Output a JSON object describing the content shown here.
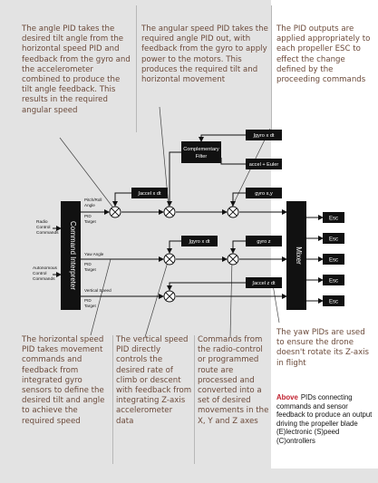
{
  "captions": {
    "angle_pid": "The angle PID takes the desired tilt angle from the horizontal speed PID and feedback from the gyro and the accelerometer combined to produce the tilt angle feedback. This results in the required angular speed",
    "angular_speed_pid": "The angular speed PID takes the required angle PID out, with feedback from the gyro to apply power to the motors. This produces the required tilt and horizontal movement",
    "pid_outputs": "The PID outputs are applied appropriately to each propeller ESC to effect the change defined by the proceeding commands",
    "horizontal_speed_pid": "The horizontal speed PID takes movement commands and feedback from integrated gyro sensors to define the desired tilt and angle to achieve the required speed",
    "vertical_speed_pid": "The vertical speed PID directly controls the desired rate of climb or descent with feedback from integrating Z-axis accelerometer data",
    "commands": "Commands from the radio-control or programmed route are processed and converted into a set of desired movements in the X, Y and Z axes",
    "yaw_pids": "The yaw PIDs are used to ensure the drone doesn't rotate its Z-axis in flight"
  },
  "figure_caption": {
    "lead": "Above",
    "text": "PIDs connecting commands and sensor feedback to produce an output driving the propeller blade (E)lectronic (S)peed (C)ontrollers"
  },
  "diagram": {
    "command_interpreter": "Command Interpreter",
    "mixer": "Mixer",
    "complementary_filter": "Complementary Filter",
    "radio_control": [
      "Radio",
      "Control",
      "Commands"
    ],
    "autonomous_control": [
      "Autonomous",
      "Control",
      "Commands"
    ],
    "pid_targets": {
      "pitch_roll": [
        "Pitch/Roll",
        "Angle",
        "PID",
        "Target"
      ],
      "yaw": [
        "Yaw Angle",
        "PID",
        "Target"
      ],
      "vertical": [
        "Vertical Speed",
        "PID",
        "Target"
      ]
    },
    "sensors": {
      "gyro_top": "∫gyro x dt",
      "accel": "accel + Euler",
      "accel_mid": "∫accel x dt",
      "gyro_mid": "∫gyro x dt",
      "gyro_small": "gyro z",
      "gyro_angular": "gyro x,y",
      "accel_bottom": "∫accel z dt"
    },
    "esc_label": "Esc",
    "esc_count": 5
  }
}
